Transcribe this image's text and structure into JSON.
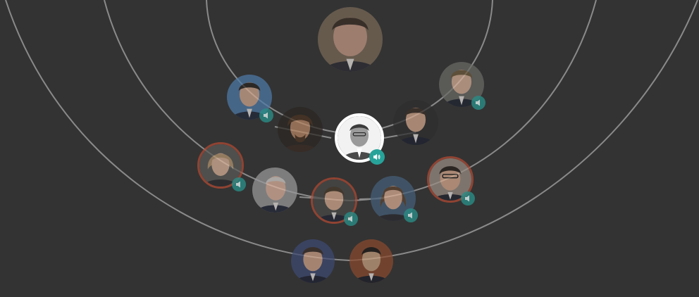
{
  "colors": {
    "background": "#333333",
    "ring_line": "#8a8a8a",
    "audio_badge": "#2a8c86",
    "highlight_ring_red": "#b44a32",
    "focus_ring_white": "#ffffff"
  },
  "network": {
    "rings": 4,
    "focus": {
      "name": "center-person",
      "has_audio": true,
      "audio_icon": "speaker-volume-icon"
    },
    "people": [
      {
        "id": "top-center",
        "ring": 1,
        "has_audio": false,
        "highlight": "none",
        "skin": "#c79a86",
        "bg": "#7a6a58",
        "hair": "#3a2e26",
        "suit": "#2c2c34"
      },
      {
        "id": "upper-left",
        "ring": 2,
        "has_audio": true,
        "highlight": "none",
        "skin": "#d2a88f",
        "bg": "#4e7aa8",
        "hair": "#2a2420",
        "suit": "#22283a"
      },
      {
        "id": "upper-right",
        "ring": 2,
        "has_audio": true,
        "highlight": "none",
        "skin": "#d8b098",
        "bg": "#6a6a66",
        "hair": "#6e5a3c",
        "suit": "#1f2430"
      },
      {
        "id": "left-inner",
        "ring": 1,
        "has_audio": false,
        "highlight": "none",
        "skin": "#b88664",
        "bg": "#2a2622",
        "hair": "#4a3220",
        "suit": "#3a2a22"
      },
      {
        "id": "right-inner",
        "ring": 1,
        "has_audio": false,
        "highlight": "none",
        "skin": "#d4a88c",
        "bg": "#2e2e30",
        "hair": "#3a2e26",
        "suit": "#1e2230"
      },
      {
        "id": "left-outer",
        "ring": 3,
        "has_audio": true,
        "highlight": "red",
        "skin": "#dcb49a",
        "bg": "#5a5a58",
        "hair": "#b89870",
        "suit": "#2c2c30"
      },
      {
        "id": "middle-left",
        "ring": 2,
        "has_audio": false,
        "highlight": "none",
        "skin": "#e0b6a0",
        "bg": "#9a9a9c",
        "hair": "#d8d4d0",
        "suit": "#23283a"
      },
      {
        "id": "middle-center",
        "ring": 2,
        "has_audio": true,
        "highlight": "red",
        "skin": "#d8ac90",
        "bg": "#4a4a48",
        "hair": "#4a3a2a",
        "suit": "#222634"
      },
      {
        "id": "middle-right",
        "ring": 2,
        "has_audio": true,
        "highlight": "none",
        "skin": "#dcae94",
        "bg": "#46607a",
        "hair": "#5e4430",
        "suit": "#2a2a30"
      },
      {
        "id": "right-outer",
        "ring": 3,
        "has_audio": true,
        "highlight": "red",
        "skin": "#d8aa8e",
        "bg": "#9a8e84",
        "hair": "#2a221e",
        "suit": "#222430"
      },
      {
        "id": "bottom-left",
        "ring": 4,
        "has_audio": false,
        "highlight": "none",
        "skin": "#d0a48a",
        "bg": "#3e4a72",
        "hair": "#3a2e28",
        "suit": "#1e2232"
      },
      {
        "id": "bottom-right",
        "ring": 4,
        "has_audio": false,
        "highlight": "none",
        "skin": "#c8a07e",
        "bg": "#8a4a2e",
        "hair": "#1e1a18",
        "suit": "#1c1e28"
      }
    ]
  }
}
